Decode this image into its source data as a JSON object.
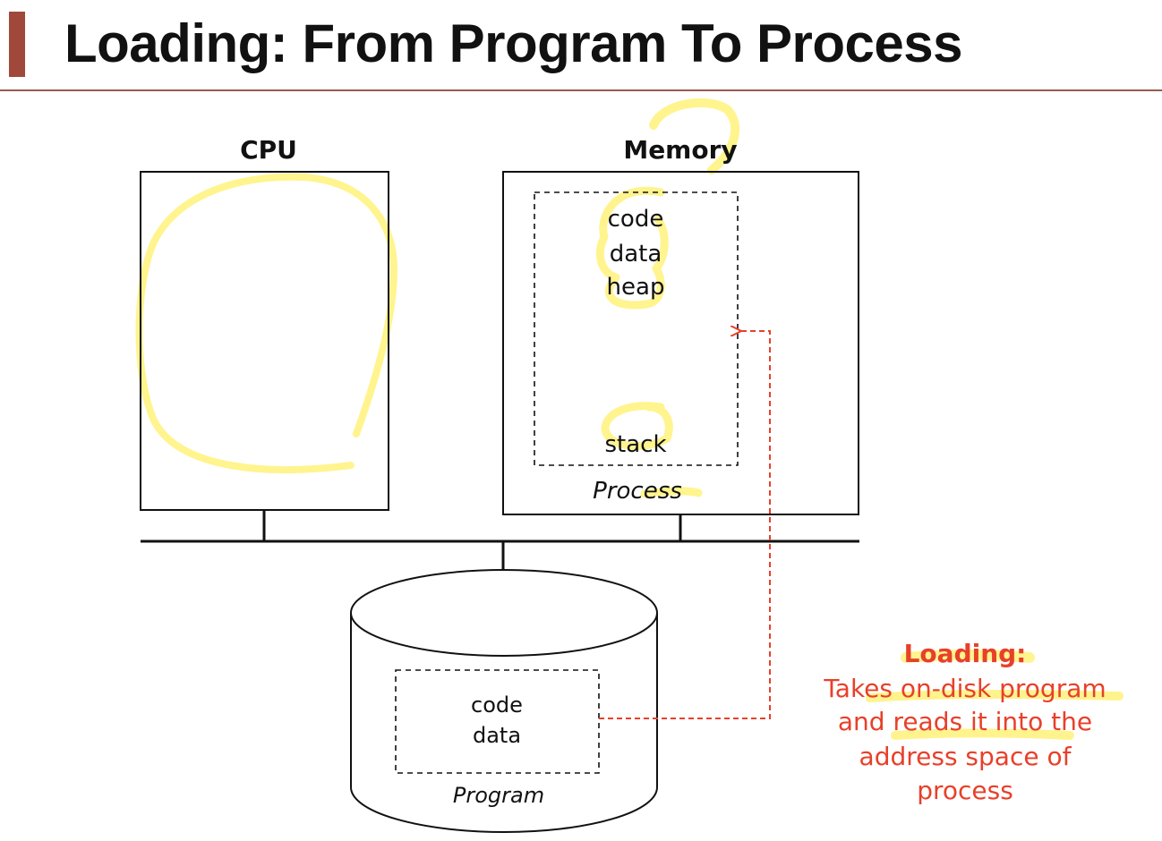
{
  "slide": {
    "title": "Loading: From Program To Process"
  },
  "cpu": {
    "label": "CPU"
  },
  "memory": {
    "label": "Memory",
    "segments": [
      "code",
      "data",
      "heap"
    ],
    "stack": "stack",
    "process_label": "Process"
  },
  "disk": {
    "segments": [
      "code",
      "data"
    ],
    "program_label": "Program"
  },
  "annotation": {
    "heading": "Loading:",
    "lines": [
      "Takes on-disk program",
      "and reads it into the",
      "address space of",
      "process"
    ]
  },
  "colors": {
    "title_accent": "#a0483a",
    "annotation": "#e8402a",
    "arrow": "#e8402a",
    "highlight": "#fff27a"
  }
}
